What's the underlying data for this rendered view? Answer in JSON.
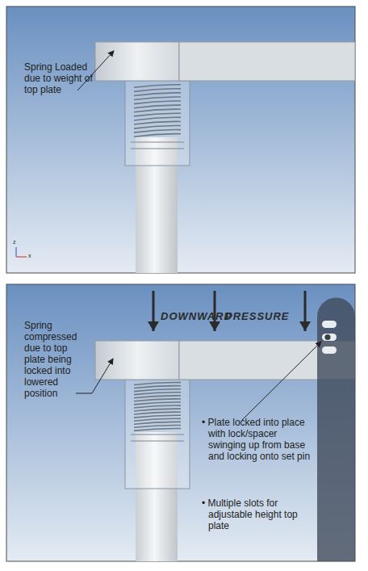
{
  "diagram": {
    "labels": [
      "Spring Loaded due to weight of top plate",
      "z",
      "x",
      "DOWNWARD",
      "PRESSURE",
      "Spring compressed due to top plate being locked into lowered position",
      "• Plate locked into place with lock/spacer swinging up from base and locking onto set pin",
      "• Multiple slots for adjustable height top plate"
    ]
  }
}
